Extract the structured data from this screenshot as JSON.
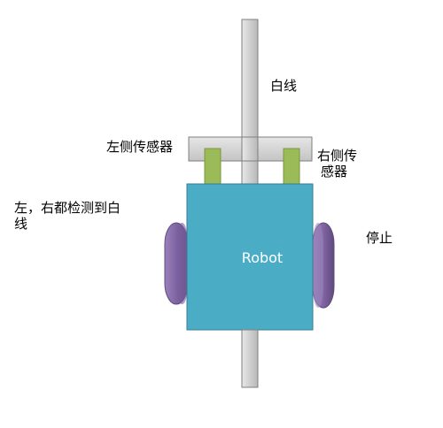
{
  "labels": {
    "white_line": "白线",
    "left_sensor": "左侧传感器",
    "right_sensor_line1": "右侧传",
    "right_sensor_line2": "感器",
    "status_line1": "左，右都检测到白",
    "status_line2": "线",
    "action": "停止",
    "robot": "Robot"
  },
  "colors": {
    "line_fill": "#d4d4d4",
    "line_stroke": "#7f7f7f",
    "sensor_fill": "#9bbb59",
    "robot_fill": "#4bacc6",
    "wheel_fill": "#8064a2"
  }
}
